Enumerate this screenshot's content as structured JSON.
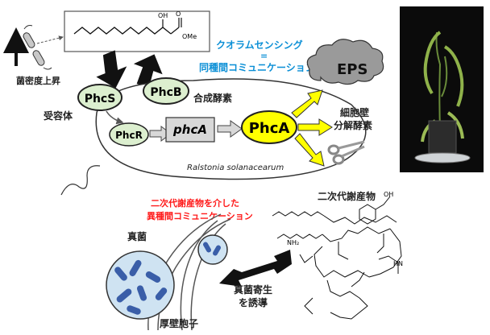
{
  "molecule": {
    "oh_label": "OH",
    "ome_label": "OMe",
    "o_label": "O"
  },
  "quorum": {
    "line1": "クオラムセンシング",
    "line2": "=",
    "line3": "同種間コミュニケーション"
  },
  "density_label": "菌密度上昇",
  "phcS": "PhcS",
  "phcB": "PhcB",
  "phcR": "PhcR",
  "phcA_gene": "phcA",
  "phcA_protein": "PhcA",
  "receptor_label": "受容体",
  "synthase_label": "合成酵素",
  "eps": "EPS",
  "cell_wall_enzyme": {
    "line1": "細胞壁",
    "line2": "分解酵素"
  },
  "secondary_metabolite": "二次代謝産物",
  "species_name": "Ralstonia solanacearum",
  "interspecies": {
    "line1": "二次代謝産物を介した",
    "line2": "異種間コミュニケーション"
  },
  "fungus_label": "真菌",
  "chlamydospore_label": "厚壁胞子",
  "induce": {
    "line1": "真菌寄生",
    "line2": "を誘導"
  },
  "struct_labels": {
    "nh2": "NH₂",
    "oh": "OH",
    "hn": "HN"
  },
  "colors": {
    "accent_blue": "#0b8fd6",
    "accent_red": "#ff1a1a",
    "phca_yellow": "#ffff00",
    "node_green": "#dcefcf",
    "cloud_gray": "#9a9a9a",
    "spore_blue": "#cfe3f2"
  }
}
